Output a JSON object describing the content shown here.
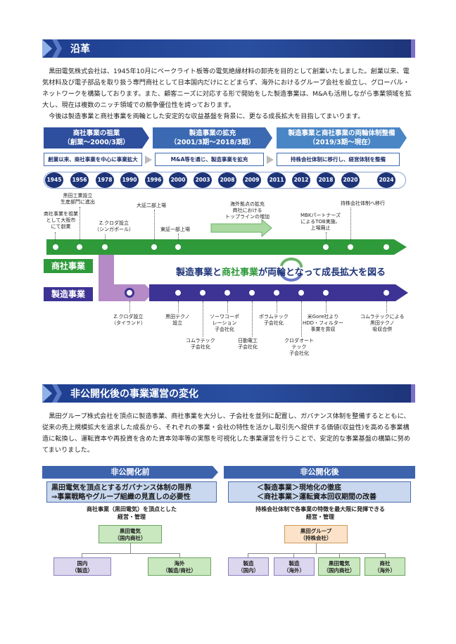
{
  "section1": {
    "title": "沿革",
    "paragraph": [
      "黒田電気株式会社は、1945年10月にベークライト板等の電気絶縁材料の卸売を目的として創業いたしました。創業以来、電気材料及び電子部品を取り扱う専門商社として日本国内だけにとどまらず、海外におけるグループ会社を設立し、グローバル・ネットワークを構築しております。また、顧客ニーズに対応する形で開始をした製造事業は、M&Aも活用しながら事業領域を拡大し、現在は複数のニッチ領域での競争優位性を誇っております。",
      "今後は製造事業と商社事業を両輪とした安定的な収益基盤を背景に、更なる成長拡大を目指してまいります。"
    ]
  },
  "phases": [
    {
      "line1": "商社事業の祖業",
      "line2": "（創業～2000/3期）",
      "strategy": "創業以来、商社事業を中心に事業拡大"
    },
    {
      "line1": "製造事業の拡充",
      "line2": "（2001/3期～2018/3期）",
      "strategy": "M&A等を通じ、製造事業を拡充"
    },
    {
      "line1": "製造事業と商社事業の両輪体制整備",
      "line2": "（2019/3期～現在）",
      "strategy": "持株会社体制に移行し、経営体制を整備"
    }
  ],
  "years": [
    "1945",
    "1956",
    "1978",
    "1990",
    "1996",
    "2000",
    "2003",
    "2008",
    "2009",
    "2011",
    "2012",
    "2018",
    "2020",
    "2024"
  ],
  "trading": {
    "label": "商社事業",
    "events": {
      "e1": [
        "黒田工業設立",
        "生産部門に進出"
      ],
      "e2": [
        "商社事業を祖業",
        "として大阪市",
        "にて創業"
      ],
      "e3": [
        "Z.クロダ設立",
        "（シンガポール）"
      ],
      "e4": [
        "大証二部上場"
      ],
      "e5": [
        "東証一部上場"
      ],
      "e6": [
        "海外拠点の拡充",
        "商社における",
        "トップラインの増加"
      ],
      "e7": [
        "持株会社体制へ移行"
      ],
      "e8": [
        "MBKパートナーズ",
        "によるTOB実施、",
        "上場廃止"
      ]
    }
  },
  "manufacturing": {
    "label": "製造事業",
    "events": {
      "m1": [
        "Z.クロダ設立",
        "（タイランド）"
      ],
      "m2": [
        "黒田テクノ",
        "設立"
      ],
      "m3": [
        "コムラテック",
        "子会社化"
      ],
      "m4": [
        "ソーワコーポ",
        "レーション",
        "子会社化"
      ],
      "m5": [
        "日動電工",
        "子会社化"
      ],
      "m6": [
        "ポラムテック",
        "子会社化"
      ],
      "m7": [
        "クロダオート",
        "テック",
        "子会社化"
      ],
      "m8": [
        "米Gore社より",
        "HDD・フィルター",
        "事業を買収"
      ],
      "m9": [
        "コムラテックによる",
        "黒田テクノ",
        "吸収合併"
      ]
    }
  },
  "tagline": {
    "a": "製造事業",
    "b": "と",
    "c": "商社事業",
    "d": "が両輪となって成長拡大を図る"
  },
  "section2": {
    "title": "非公開化後の事業運営の変化",
    "paragraph": "黒田グループ株式会社を頂点に製造事業、商社事業を大分し、子会社を並列に配置し、ガバナンス体制を整備するとともに、従来の売上規模拡大を追求した成長から、それぞれの事業・会社の特性を活かし取引先へ提供する価値(収益性)を高める事業構造に転換し、運転資本や再投資を含めた資本効率等の実態を可視化した事業運営を行うことで、安定的な事業基盤の構築に努めてまいりました。"
  },
  "before": {
    "heading": "非公開化前",
    "box_line1": "黒田電気を頂点とするガバナンス体制の限界",
    "box_line2": "⇒事業戦略やグループ組織の見直しの必要性",
    "sub": [
      "商社事業（黒田電気）を頂点とした",
      "経営・管理"
    ],
    "top": [
      "黒田電気",
      "（国内商社）"
    ],
    "children": [
      [
        "国内",
        "（製造）"
      ],
      [
        "海外",
        "（製造/商社）"
      ]
    ]
  },
  "after": {
    "heading": "非公開化後",
    "box_line1": "＜製造事業＞現地化の徹底",
    "box_line2": "＜商社事業＞運転資本回収期間の改善",
    "sub": [
      "持株会社体制で各事業の特徴を最大限に発揮できる",
      "経営・管理"
    ],
    "top": [
      "黒田グループ",
      "（持株会社）"
    ],
    "children": [
      [
        "製造",
        "（国内）"
      ],
      [
        "製造",
        "（海外）"
      ],
      [
        "黒田電気",
        "（国内商社）"
      ],
      [
        "商社",
        "（海外）"
      ]
    ]
  },
  "colors": {
    "navy": "#1d3478",
    "trading_green": "#2e9a3a",
    "manufacturing_purple": "#3d3394",
    "transition_mauve": "#b58ac6"
  }
}
